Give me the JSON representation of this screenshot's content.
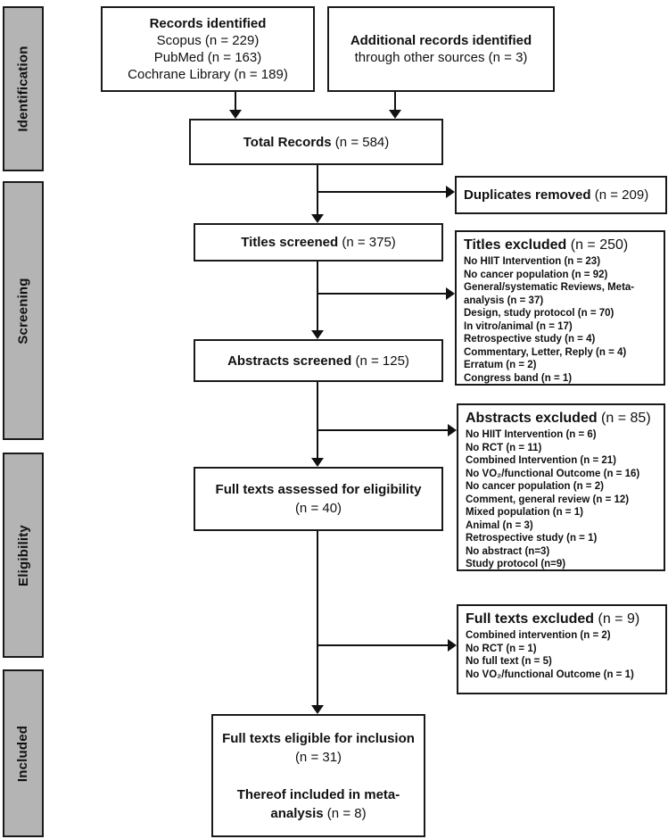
{
  "colors": {
    "page_bg": "#ffffff",
    "sidebar_fill": "#b4b4b4",
    "box_border": "#1a1a1a",
    "line": "#111111",
    "text": "#111111"
  },
  "stages": [
    {
      "label": "Identification"
    },
    {
      "label": "Screening"
    },
    {
      "label": "Eligibility"
    },
    {
      "label": "Included"
    }
  ],
  "flow": {
    "records_identified": {
      "title": "Records identified",
      "lines": [
        "Scopus (n = 229)",
        "PubMed (n = 163)",
        "Cochrane Library (n = 189)"
      ]
    },
    "additional_records": {
      "title": "Additional records identified",
      "subtitle": "through other sources (n = 3)"
    },
    "total_records": {
      "bold": "Total Records",
      "rest": " (n = 584)"
    },
    "titles_screened": {
      "bold": "Titles screened",
      "rest": " (n = 375)"
    },
    "abstracts_screened": {
      "bold": "Abstracts screened",
      "rest": " (n = 125)"
    },
    "full_texts_assessed": {
      "bold": "Full texts assessed for eligibility",
      "line2": "(n = 40)"
    },
    "final": {
      "p1_bold": "Full texts eligible for inclusion",
      "p1_rest": " (n = 31)",
      "p2_bold": "Thereof included in meta-analysis",
      "p2_rest": " (n = 8)"
    }
  },
  "side": {
    "duplicates_removed": {
      "bold": "Duplicates removed",
      "rest": " (n = 209)"
    },
    "titles_excluded": {
      "title": "Titles excluded",
      "rest": " (n = 250)",
      "items": [
        "No HIIT Intervention (n = 23)",
        "No cancer population (n = 92)",
        "General/systematic Reviews, Meta-analysis (n = 37)",
        "Design, study protocol (n = 70)",
        "In vitro/animal (n = 17)",
        "Retrospective study (n = 4)",
        "Commentary, Letter, Reply (n = 4)",
        "Erratum (n = 2)",
        "Congress band (n = 1)"
      ]
    },
    "abstracts_excluded": {
      "title": "Abstracts excluded",
      "rest": " (n = 85)",
      "items": [
        "No HIIT Intervention (n = 6)",
        "No RCT (n = 11)",
        "Combined Intervention (n = 21)",
        "No VO₂/functional Outcome (n = 16)",
        "No cancer population (n = 2)",
        "Comment, general review (n = 12)",
        "Mixed population (n = 1)",
        "Animal (n = 3)",
        "Retrospective study (n = 1)",
        "No abstract (n=3)",
        "Study protocol (n=9)"
      ]
    },
    "full_texts_excluded": {
      "title": "Full texts excluded",
      "rest": " (n = 9)",
      "items": [
        "Combined intervention (n = 2)",
        "No RCT (n = 1)",
        "No full text (n = 5)",
        "No VO₂/functional Outcome (n = 1)"
      ]
    }
  }
}
